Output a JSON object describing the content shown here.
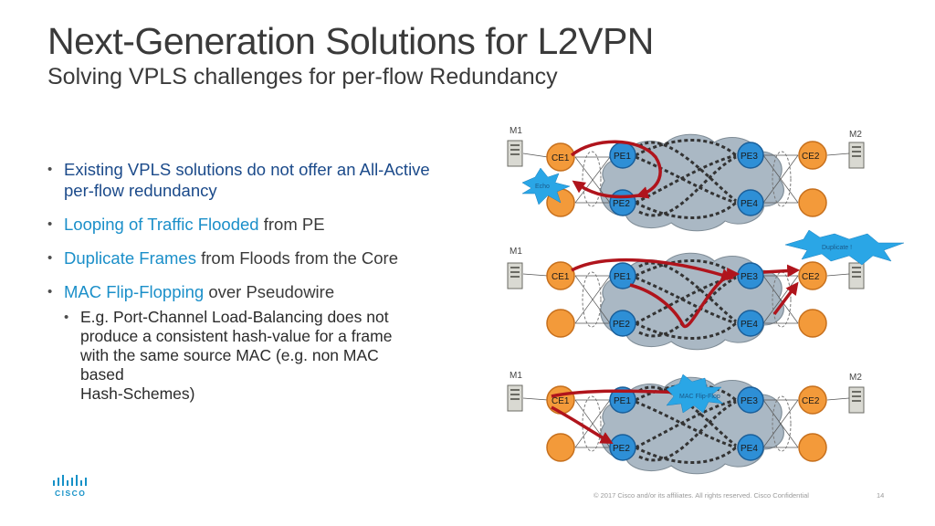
{
  "slide": {
    "title": "Next-Generation Solutions for L2VPN",
    "subtitle": "Solving VPLS challenges for per-flow Redundancy"
  },
  "bullets": [
    {
      "text": "Existing VPLS solutions do not offer an All-Active per-flow redundancy"
    },
    {
      "highlight": "Looping of Traffic Flooded",
      "rest": " from PE"
    },
    {
      "highlight": "Duplicate Frames",
      "rest": " from Floods from the Core"
    },
    {
      "highlight": "MAC Flip-Flopping",
      "rest": " over Pseudowire"
    }
  ],
  "sub_bullet": {
    "lines": [
      "E.g. Port-Channel Load-Balancing does not",
      "produce a consistent hash-value for a frame",
      "with the same source MAC (e.g. non MAC",
      "based",
      "Hash-Schemes)"
    ]
  },
  "diagram": {
    "panels": [
      {
        "left_host": "M1",
        "right_host": "M2",
        "nodes": {
          "ce1": "CE1",
          "ce2": "CE2",
          "pe1": "PE1",
          "pe2": "PE2",
          "pe3": "PE3",
          "pe4": "PE4"
        },
        "burst_text": "Echo"
      },
      {
        "left_host": "M1",
        "right_host": "",
        "nodes": {
          "ce1": "CE1",
          "ce2": "CE2",
          "pe1": "PE1",
          "pe2": "PE2",
          "pe3": "PE3",
          "pe4": "PE4"
        },
        "burst_text": "Duplicate !"
      },
      {
        "left_host": "M1",
        "right_host": "M2",
        "nodes": {
          "ce1": "CE1",
          "ce2": "CE2",
          "pe1": "PE1",
          "pe2": "PE2",
          "pe3": "PE3",
          "pe4": "PE4"
        },
        "burst_text": "MAC Flip-Flop"
      }
    ],
    "colors": {
      "ce": "#f39a3a",
      "pe": "#2e8fd6",
      "cloud": "#aab8c4",
      "arrow": "#b0141c",
      "burst": "#2aa6e6"
    }
  },
  "footer": {
    "logo_text": "CISCO",
    "copyright": "© 2017  Cisco and/or its affiliates. All rights reserved.   Cisco Confidential",
    "page_number": "14"
  }
}
